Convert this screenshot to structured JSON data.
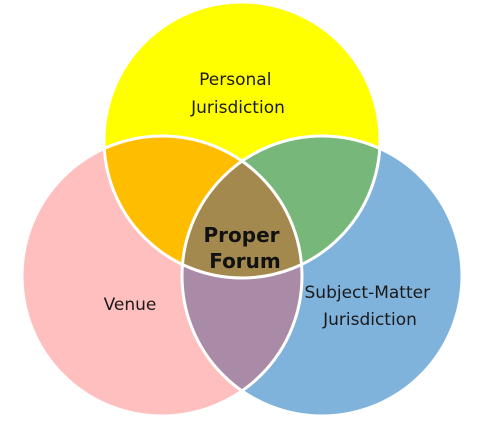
{
  "diagram": {
    "type": "venn-3",
    "sets": [
      {
        "id": "personal",
        "lines": [
          "Personal",
          "Jurisdiction"
        ],
        "color": "#ffff00"
      },
      {
        "id": "venue",
        "lines": [
          "Venue"
        ],
        "color": "#ffbfbf"
      },
      {
        "id": "subject",
        "lines": [
          "Subject-Matter",
          "Jurisdiction"
        ],
        "color": "#7fb3dc"
      }
    ],
    "intersections": {
      "personal_venue": "#ffbd00",
      "personal_subject": "#77b87a",
      "venue_subject": "#a98ba8",
      "all": "#a4894e"
    },
    "center_label": [
      "Proper",
      "Forum"
    ],
    "outline_color": "#ffffff"
  }
}
